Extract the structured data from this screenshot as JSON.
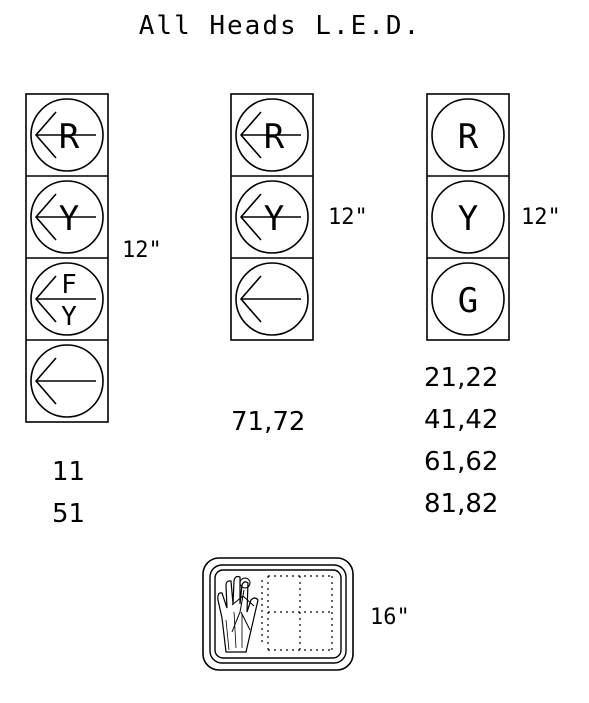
{
  "title": "All Heads L.E.D.",
  "heads": [
    {
      "size": "12\"",
      "lenses": [
        {
          "kind": "arrow-letter",
          "letter": "R",
          "icon": "left-arrow-red-icon"
        },
        {
          "kind": "arrow-letter",
          "letter": "Y",
          "icon": "left-arrow-yellow-icon"
        },
        {
          "kind": "arrow-flash",
          "top": "F",
          "bottom": "Y",
          "icon": "left-arrow-flashing-yellow-icon"
        },
        {
          "kind": "arrow",
          "icon": "left-arrow-green-icon"
        }
      ],
      "ids": [
        "11",
        "51"
      ]
    },
    {
      "size": "12\"",
      "lenses": [
        {
          "kind": "arrow-letter",
          "letter": "R",
          "icon": "left-arrow-red-icon"
        },
        {
          "kind": "arrow-letter",
          "letter": "Y",
          "icon": "left-arrow-yellow-icon"
        },
        {
          "kind": "arrow",
          "icon": "left-arrow-green-icon"
        }
      ],
      "ids": [
        "71,72"
      ]
    },
    {
      "size": "12\"",
      "lenses": [
        {
          "kind": "letter",
          "letter": "R",
          "icon": "red-ball-icon"
        },
        {
          "kind": "letter",
          "letter": "Y",
          "icon": "yellow-ball-icon"
        },
        {
          "kind": "letter",
          "letter": "G",
          "icon": "green-ball-icon"
        }
      ],
      "ids": [
        "21,22",
        "41,42",
        "61,62",
        "81,82"
      ]
    }
  ],
  "ped_signal": {
    "size": "16\"",
    "icon": "pedestrian-hand-countdown-icon"
  }
}
